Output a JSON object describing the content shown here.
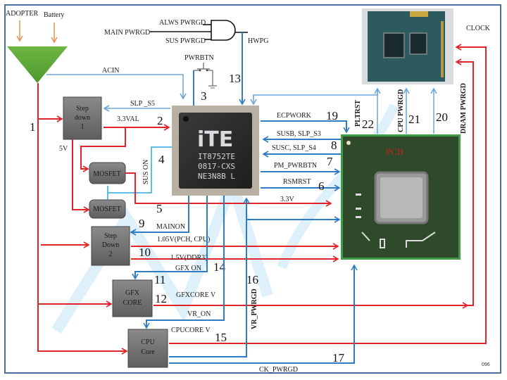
{
  "inputs": {
    "adapter": "ADOPTER",
    "battery": "Battery"
  },
  "and_gate": {
    "inputs": [
      "ALWS PWRGD",
      "MAIN PWRGD",
      "SUS PWRGD"
    ],
    "output": "HWPG"
  },
  "switch": {
    "label": "PWRBTN"
  },
  "signals": {
    "acin": "ACIN",
    "slp_s5": "SLP _S5",
    "v33al": "3.3VAL",
    "v5": "5V",
    "sus_on": "SUS ON",
    "mainon": "MAINON",
    "v105": "1.05V(PCH, CPU)",
    "v15": "1.5V(DDR3)",
    "gfx_on": "GFX ON",
    "gfxcore_v": "GFXCORE V",
    "vr_on": "VR_ON",
    "cpucore_v": "CPUCORE V",
    "vr_pwrgd": "VR_PWRGD",
    "ck_pwrgd": "CK_PWRGD",
    "ecpwork": "ECPWORK",
    "susb": "SUSB, SLP_S3",
    "susc": "SUSC, SLP_S4",
    "pm_pwrbtn": "PM_PWRBTN",
    "rsmrst": "RSMRST",
    "v33": "3.3V",
    "pltrst": "PLTRST",
    "cpu_pwrgd": "CPU PWRGD",
    "dram_pwrgd": "DRAM PWRGD",
    "clock": "CLOCK"
  },
  "steps": [
    "1",
    "2",
    "3",
    "4",
    "5",
    "6",
    "7",
    "8",
    "9",
    "10",
    "11",
    "12",
    "13",
    "14",
    "15",
    "16",
    "17",
    "19",
    "20",
    "21",
    "22"
  ],
  "blocks": {
    "step_down_1": [
      "Step",
      "down",
      "1"
    ],
    "mosfet_1": "MOSFET",
    "mosfet_2": "MOSFET",
    "step_down_2": [
      "Step",
      "Down",
      "2"
    ],
    "gfx_core": [
      "GFX",
      "CORE"
    ],
    "cpu_core": [
      "CPU",
      "Core"
    ]
  },
  "ec_chip": {
    "logo": "iTE",
    "lines": [
      "IT8752TE",
      "0817-CXS",
      "NE3N8B L"
    ]
  },
  "pch": {
    "label": "PCH"
  },
  "page_number": "096",
  "colors": {
    "power": "#e0242a",
    "signal": "#2f7cc4",
    "triangle": "#5fa83a",
    "box": "#707070"
  }
}
